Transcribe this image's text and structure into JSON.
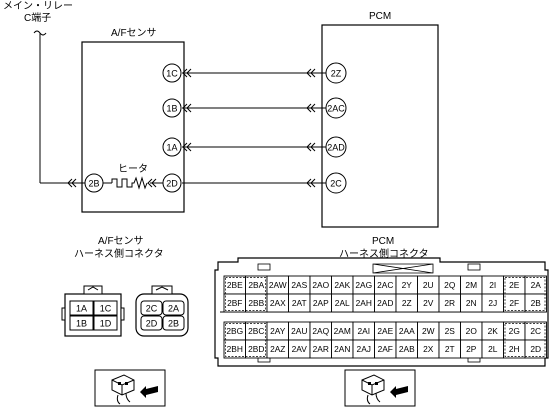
{
  "relay": {
    "line1": "メイン・リレー",
    "line2": "C端子"
  },
  "af_sensor": {
    "title": "A/Fセンサ",
    "pins": [
      "1C",
      "1B",
      "1A",
      "2B",
      "2D"
    ]
  },
  "heater": {
    "label": "ヒータ"
  },
  "pcm": {
    "title": "PCM",
    "pins": [
      "2Z",
      "2AC",
      "2AD",
      "2C"
    ]
  },
  "af_connector": {
    "title1": "A/Fセンサ",
    "title2": "ハーネス側コネクタ",
    "left_rows": [
      [
        "1A",
        "1C"
      ],
      [
        "1B",
        "1D"
      ]
    ],
    "right_rows": [
      [
        "2C",
        "2A"
      ],
      [
        "2D",
        "2B"
      ]
    ]
  },
  "pcm_connector": {
    "title1": "PCM",
    "title2": "ハーネス側コネクタ",
    "rows": [
      [
        "2BE",
        "2BA",
        "2AW",
        "2AS",
        "2AO",
        "2AK",
        "2AG",
        "2AC",
        "2Y",
        "2U",
        "2Q",
        "2M",
        "2I",
        "2E",
        "2A"
      ],
      [
        "2BF",
        "2BB",
        "2AX",
        "2AT",
        "2AP",
        "2AL",
        "2AH",
        "2AD",
        "2Z",
        "2V",
        "2R",
        "2N",
        "2J",
        "2F",
        "2B"
      ],
      [
        "2BG",
        "2BC",
        "2AY",
        "2AU",
        "2AQ",
        "2AM",
        "2AI",
        "2AE",
        "2AA",
        "2W",
        "2S",
        "2O",
        "2K",
        "2G",
        "2C"
      ],
      [
        "2BH",
        "2BD",
        "2AZ",
        "2AV",
        "2AR",
        "2AN",
        "2AJ",
        "2AF",
        "2AB",
        "2X",
        "2T",
        "2P",
        "2L",
        "2H",
        "2D"
      ]
    ]
  }
}
